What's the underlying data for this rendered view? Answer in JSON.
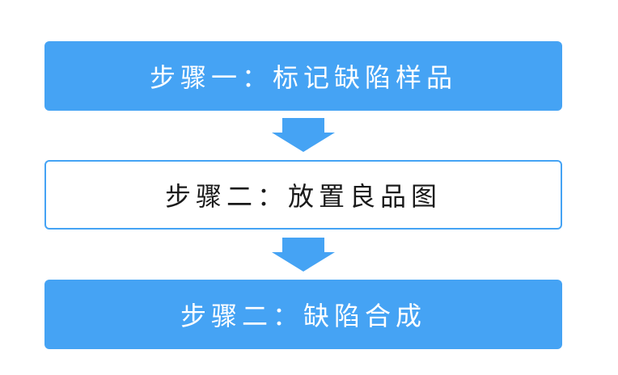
{
  "steps": [
    {
      "label": "步骤一：标记缺陷样品"
    },
    {
      "label": "步骤二：放置良品图"
    },
    {
      "label": "步骤二：缺陷合成"
    }
  ],
  "colors": {
    "accent": "#45a3f4",
    "filled_text": "#ffffff",
    "outlined_text": "#1a1a1a",
    "background": "#ffffff"
  }
}
